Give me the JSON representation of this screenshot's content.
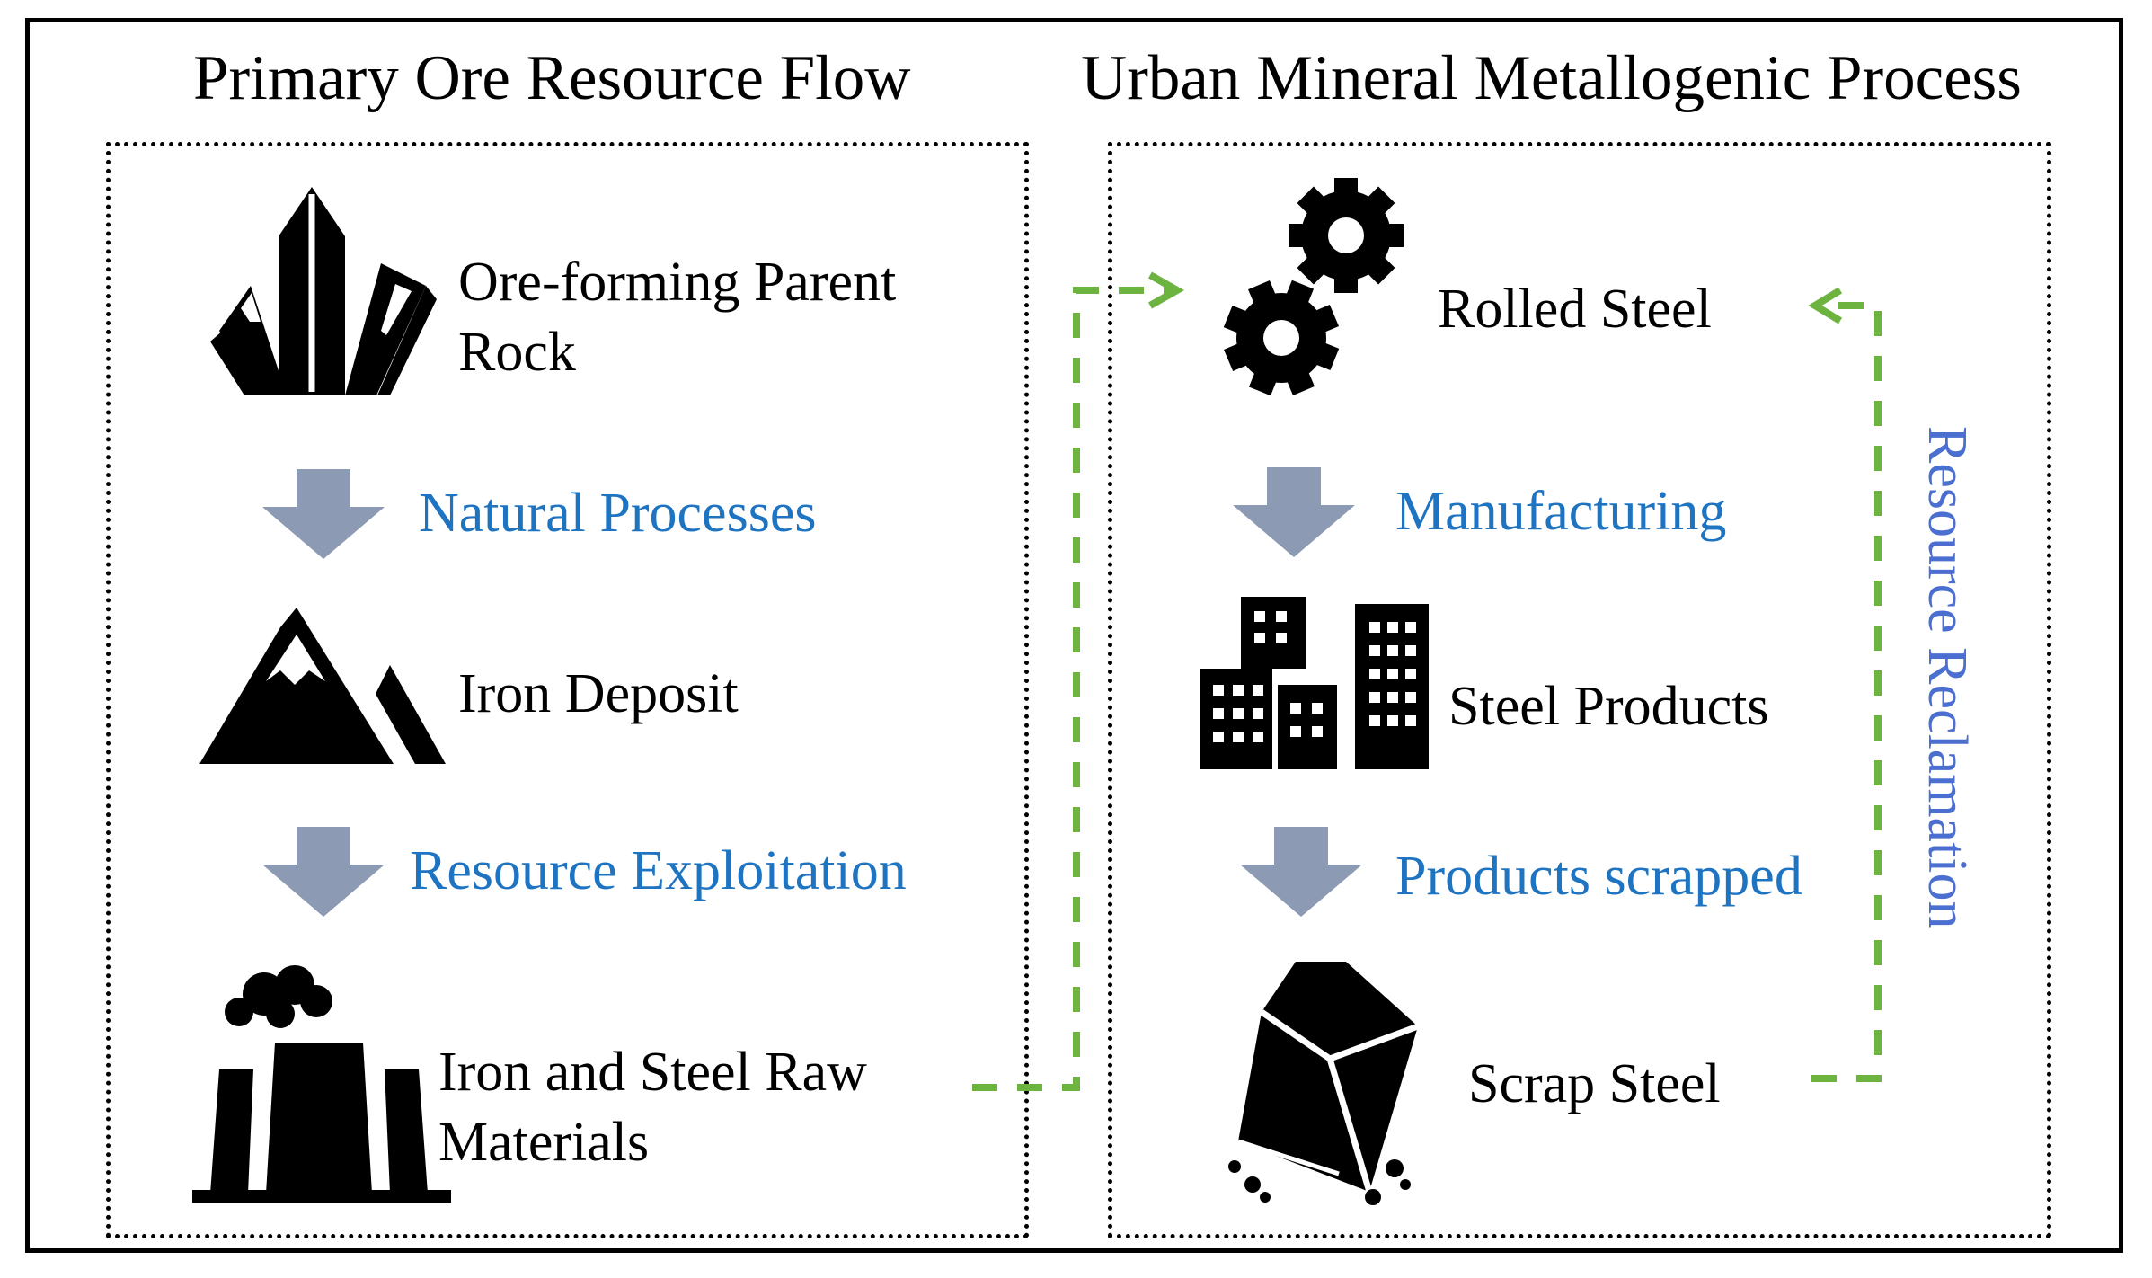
{
  "titles": {
    "left": "Primary Ore Resource Flow",
    "right": "Urban Mineral Metallogenic Process"
  },
  "left_flow": {
    "node1": {
      "line1": "Ore-forming Parent",
      "line2": "Rock",
      "icon": "crystal-icon"
    },
    "step1": "Natural Processes",
    "node2": {
      "label": "Iron Deposit",
      "icon": "mountain-icon"
    },
    "step2": "Resource Exploitation",
    "node3": {
      "line1": "Iron and Steel Raw",
      "line2": "Materials",
      "icon": "factory-icon"
    }
  },
  "right_flow": {
    "node1": {
      "label": "Rolled Steel",
      "icon": "gears-icon"
    },
    "step1": "Manufacturing",
    "node2": {
      "label": "Steel Products",
      "icon": "buildings-icon"
    },
    "step2": "Products scrapped",
    "node3": {
      "label": "Scrap Steel",
      "icon": "scrap-steel-icon"
    }
  },
  "reclamation_label": "Resource Reclamation",
  "colors": {
    "step_text": "#1f74c2",
    "reclamation_text": "#4a6fd0",
    "arrow_fill": "#8c9ab3",
    "dashed_connector": "#6db33f"
  }
}
